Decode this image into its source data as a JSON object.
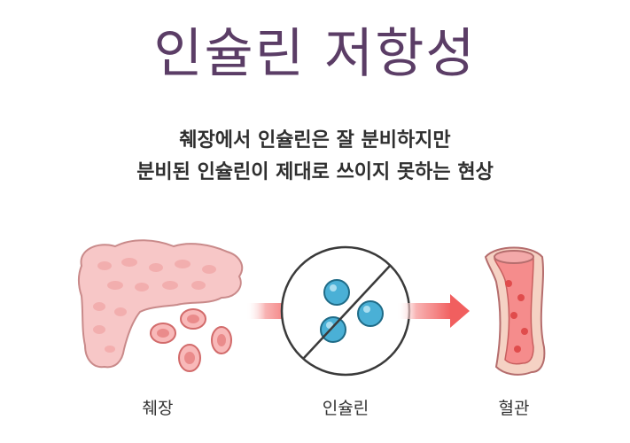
{
  "title": "인슐린 저항성",
  "description": {
    "line1": "췌장에서 인슐린은 잘 분비하지만",
    "line2": "분비된 인슐린이 제대로 쓰이지 못하는 현상"
  },
  "labels": {
    "pancreas": "췌장",
    "insulin": "인슐린",
    "blood_vessel": "혈관"
  },
  "colors": {
    "title": "#5b3d66",
    "pancreas": "#f6c4c4",
    "pancreas_outline": "#c98585",
    "insulin_ball": "#4ab0d6",
    "arrow": "#f17c7c",
    "vessel_wall": "#f4d1c2",
    "vessel_inner": "#f58c8c"
  },
  "icons": [
    "pancreas-illustration",
    "insulin-blocked-icon",
    "blood-vessel-illustration",
    "arrow-right-icon"
  ]
}
